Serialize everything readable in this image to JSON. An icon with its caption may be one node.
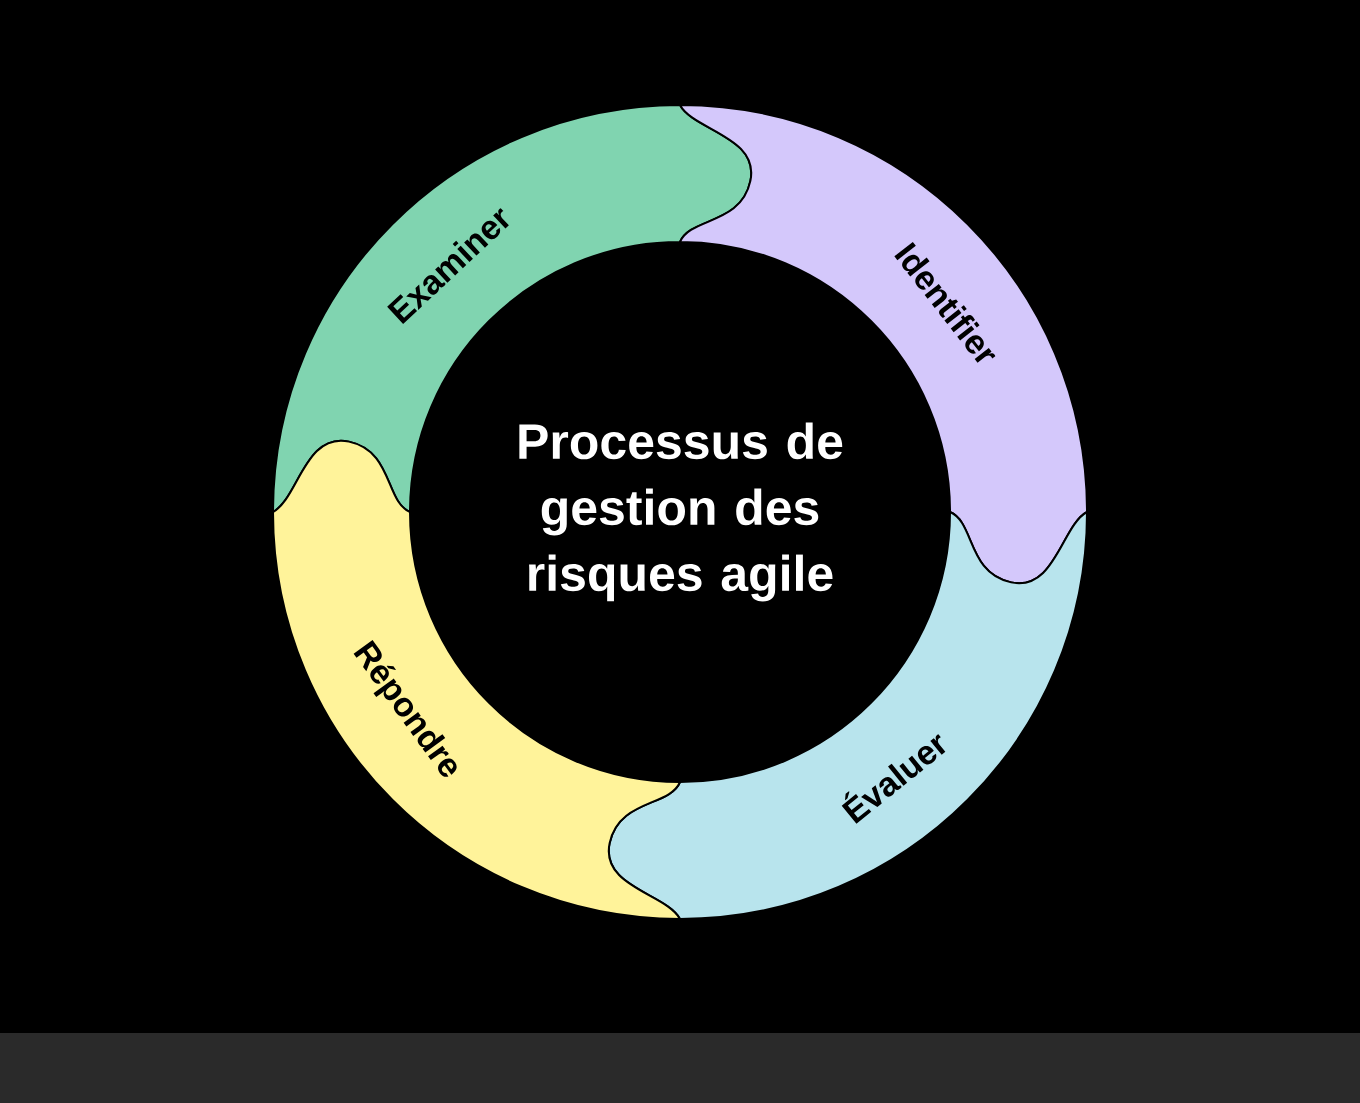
{
  "diagram": {
    "title": "Processus de gestion des risques agile",
    "nodes": [
      {
        "text": [
          "Examiner"
        ]
      },
      {
        "text": [
          "Identifier"
        ]
      },
      {
        "text": [
          "Évaluer"
        ]
      },
      {
        "text": [
          "Répondre"
        ]
      }
    ]
  }
}
